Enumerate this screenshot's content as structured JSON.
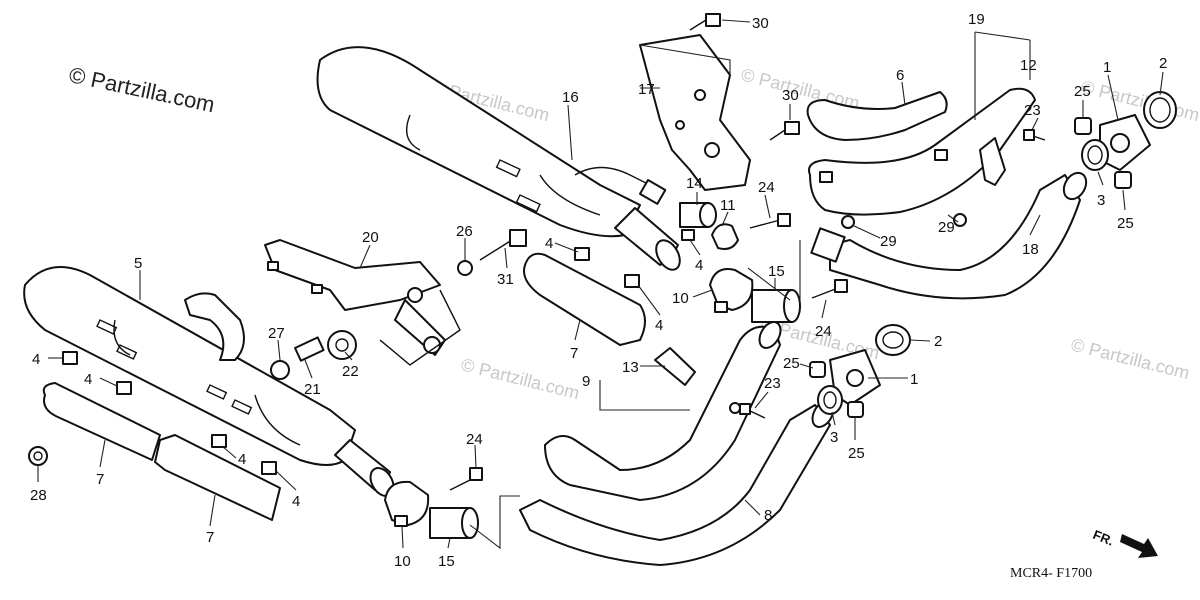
{
  "copyright_text": "© Partzilla.com",
  "watermark_text": "© Partzilla.com",
  "diagram_code": "MCR4- F1700",
  "front_arrow_label": "FR.",
  "callouts": [
    {
      "id": "c30a",
      "text": "30"
    },
    {
      "id": "c19",
      "text": "19"
    },
    {
      "id": "c12",
      "text": "12"
    },
    {
      "id": "c2a",
      "text": "2"
    },
    {
      "id": "c1a",
      "text": "1"
    },
    {
      "id": "c25a",
      "text": "25"
    },
    {
      "id": "c23a",
      "text": "23"
    },
    {
      "id": "c6",
      "text": "6"
    },
    {
      "id": "c17",
      "text": "17"
    },
    {
      "id": "c30b",
      "text": "30"
    },
    {
      "id": "c16",
      "text": "16"
    },
    {
      "id": "c14",
      "text": "14"
    },
    {
      "id": "c24a",
      "text": "24"
    },
    {
      "id": "c11",
      "text": "11"
    },
    {
      "id": "c29a",
      "text": "29"
    },
    {
      "id": "c29b",
      "text": "29"
    },
    {
      "id": "c3a",
      "text": "3"
    },
    {
      "id": "c25b",
      "text": "25"
    },
    {
      "id": "c18",
      "text": "18"
    },
    {
      "id": "c4a",
      "text": "4"
    },
    {
      "id": "c4b",
      "text": "4"
    },
    {
      "id": "c26",
      "text": "26"
    },
    {
      "id": "c20",
      "text": "20"
    },
    {
      "id": "c31",
      "text": "31"
    },
    {
      "id": "c15a",
      "text": "15"
    },
    {
      "id": "c10a",
      "text": "10"
    },
    {
      "id": "c4c",
      "text": "4"
    },
    {
      "id": "c24b",
      "text": "24"
    },
    {
      "id": "c7a",
      "text": "7"
    },
    {
      "id": "c5",
      "text": "5"
    },
    {
      "id": "c27",
      "text": "27"
    },
    {
      "id": "c21",
      "text": "21"
    },
    {
      "id": "c22",
      "text": "22"
    },
    {
      "id": "c2b",
      "text": "2"
    },
    {
      "id": "c25c",
      "text": "25"
    },
    {
      "id": "c1b",
      "text": "1"
    },
    {
      "id": "c13",
      "text": "13"
    },
    {
      "id": "c9",
      "text": "9"
    },
    {
      "id": "c23b",
      "text": "23"
    },
    {
      "id": "c3b",
      "text": "3"
    },
    {
      "id": "c25d",
      "text": "25"
    },
    {
      "id": "c4d",
      "text": "4"
    },
    {
      "id": "c4e",
      "text": "4"
    },
    {
      "id": "c4f",
      "text": "4"
    },
    {
      "id": "c4g",
      "text": "4"
    },
    {
      "id": "c28",
      "text": "28"
    },
    {
      "id": "c7b",
      "text": "7"
    },
    {
      "id": "c7c",
      "text": "7"
    },
    {
      "id": "c24c",
      "text": "24"
    },
    {
      "id": "c8",
      "text": "8"
    },
    {
      "id": "c10b",
      "text": "10"
    },
    {
      "id": "c15b",
      "text": "15"
    }
  ]
}
